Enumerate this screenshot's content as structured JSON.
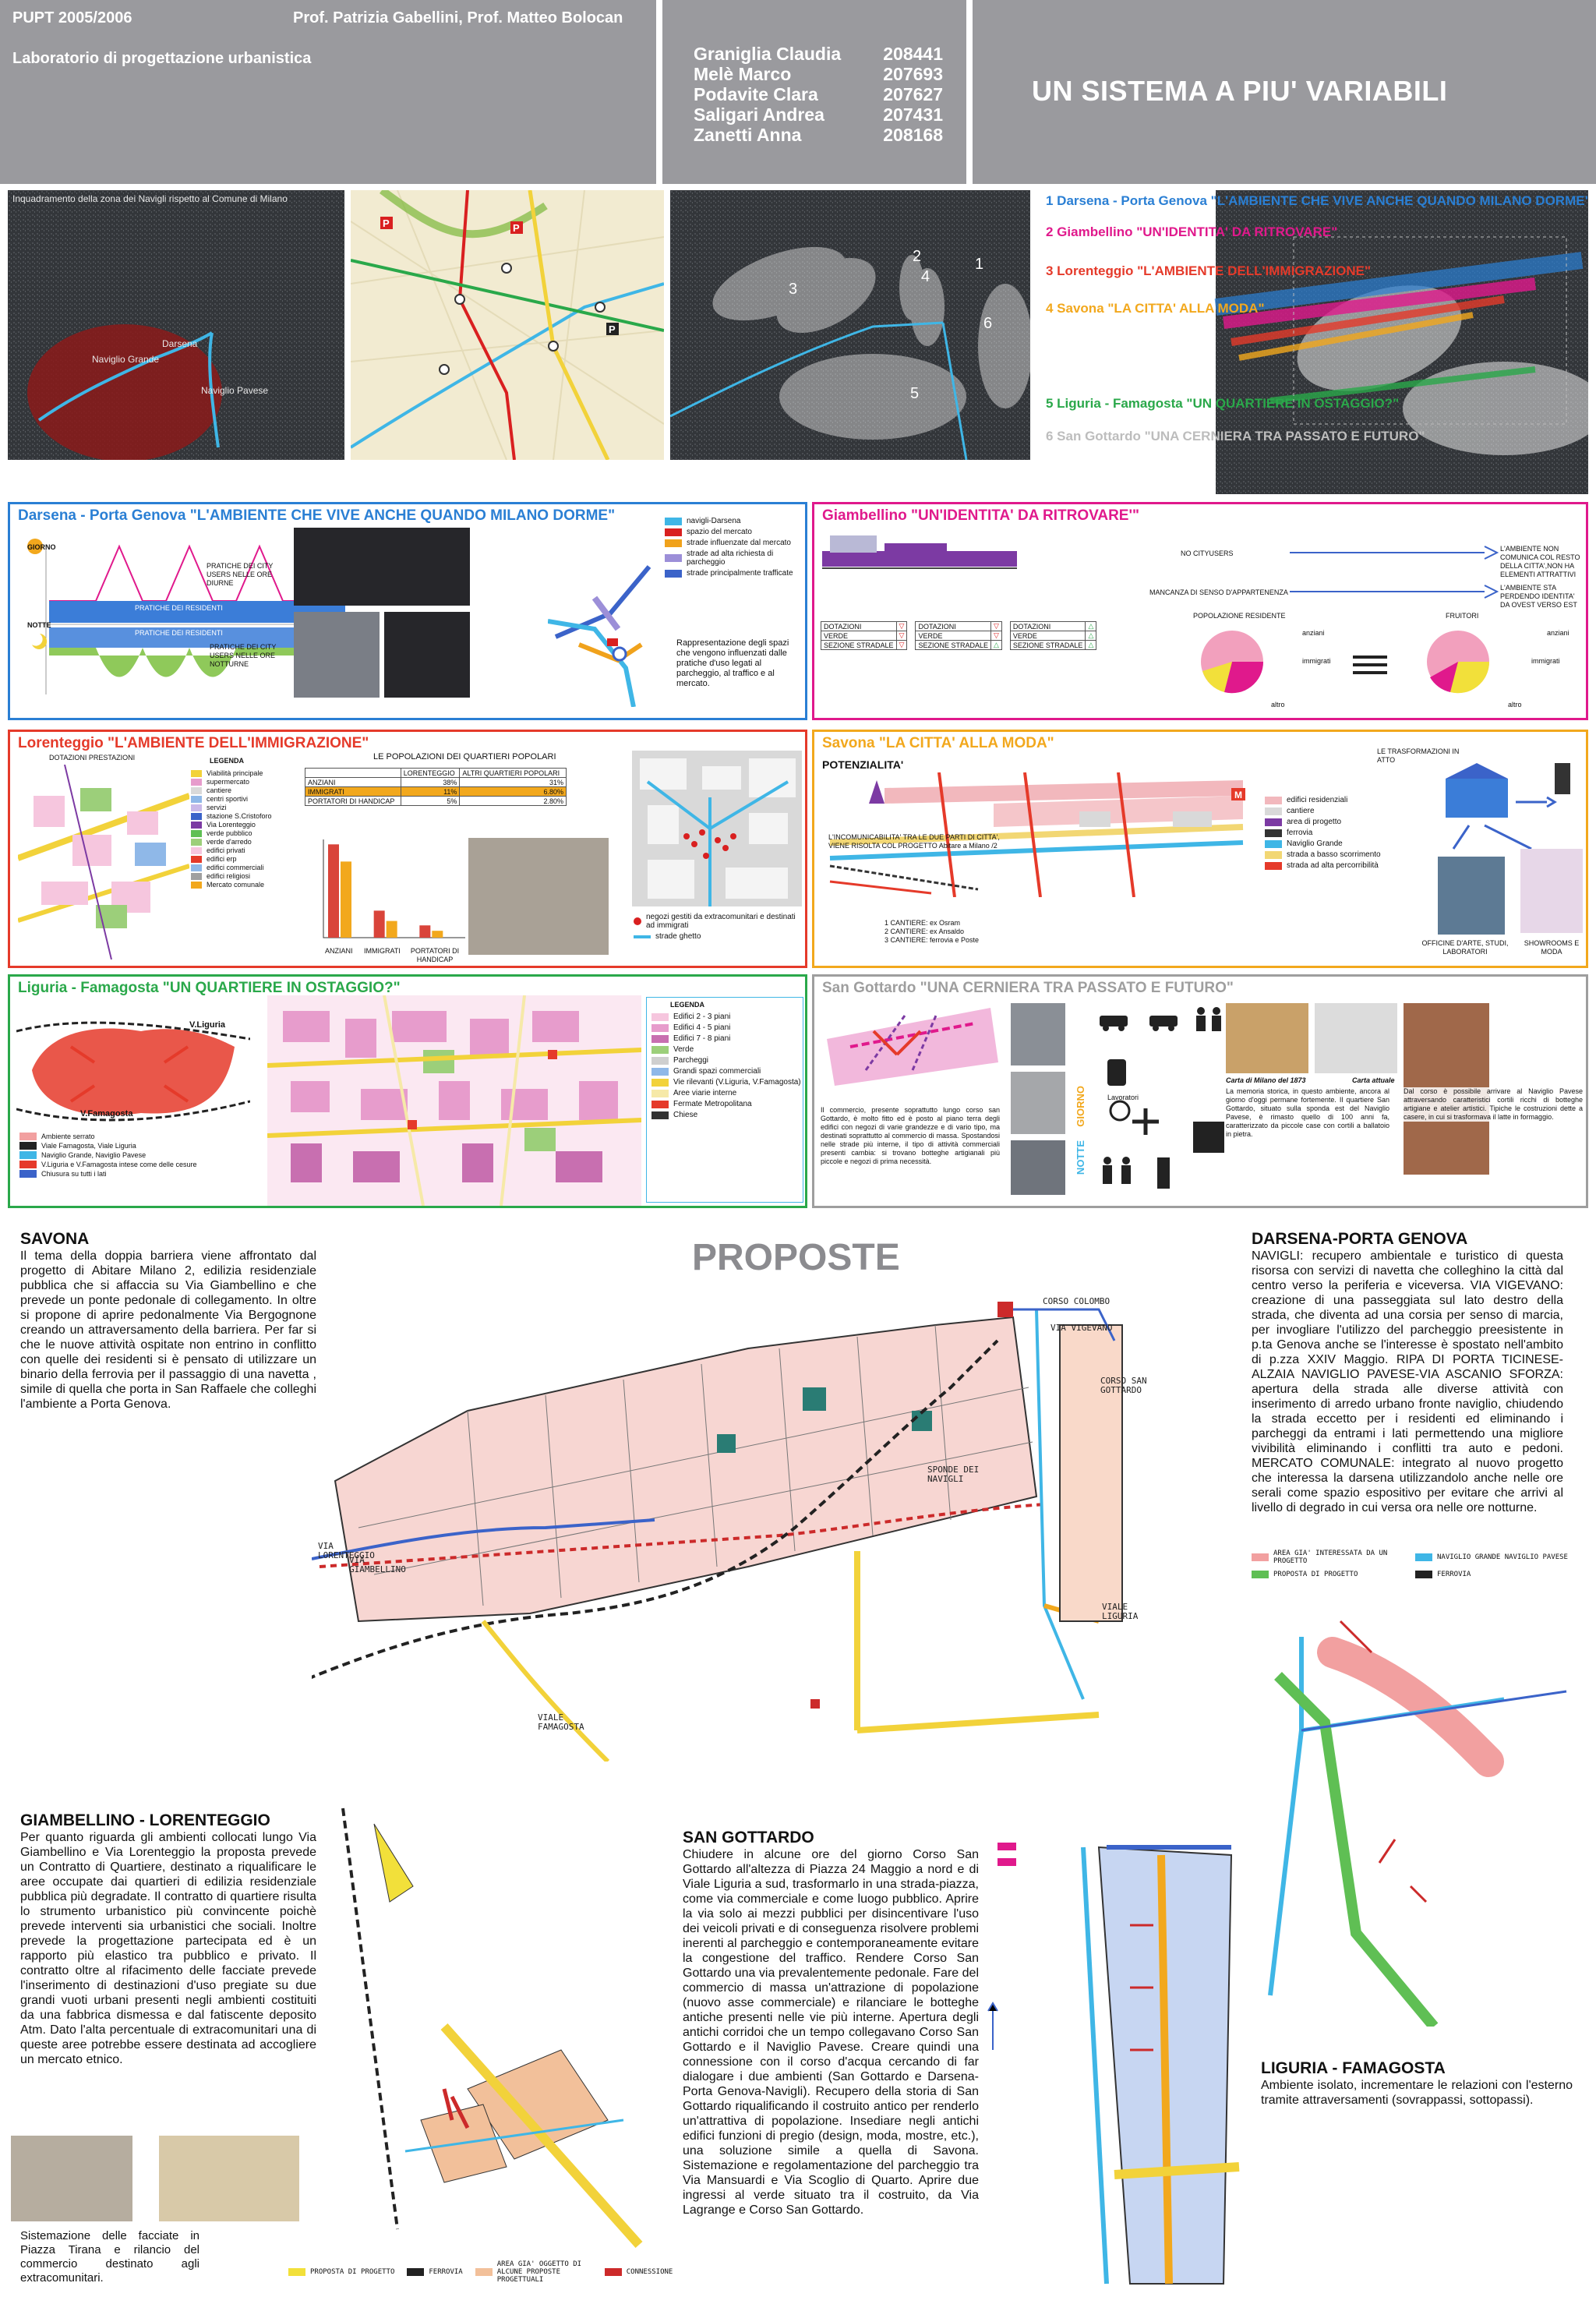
{
  "header": {
    "course": "PUPT 2005/2006",
    "professors": "Prof. Patrizia Gabellini, Prof. Matteo Bolocan",
    "lab": "Laboratorio di progettazione urbanistica",
    "students": [
      {
        "name": "Graniglia Claudia",
        "id": "208441"
      },
      {
        "name": "Melè Marco",
        "id": "207693"
      },
      {
        "name": "Podavite Clara",
        "id": "207627"
      },
      {
        "name": "Saligari Andrea",
        "id": "207431"
      },
      {
        "name": "Zanetti Anna",
        "id": "208168"
      }
    ],
    "title": "UN SISTEMA A PIU' VARIABILI"
  },
  "overview": {
    "caption": "Inquadramento della zona dei Navigli rispetto al Comune di Milano",
    "map_labels": [
      "Darsena",
      "Naviglio Grande",
      "Naviglio Pavese"
    ],
    "zone_numbers": [
      "1",
      "2",
      "3",
      "4",
      "5",
      "6"
    ],
    "zones": [
      {
        "label": "1 Darsena - Porta Genova  \"L'AMBIENTE CHE VIVE ANCHE QUANDO MILANO DORME\"",
        "color": "#2a7fd4"
      },
      {
        "label": "2 Giambellino  \"UN'IDENTITA' DA RITROVARE\"",
        "color": "#e0198c"
      },
      {
        "label": "3 Lorenteggio  \"L'AMBIENTE DELL'IMMIGRAZIONE\"",
        "color": "#e53a2a"
      },
      {
        "label": "4 Savona  \"LA CITTA' ALLA MODA\"",
        "color": "#f2a81d"
      },
      {
        "label": "5 Liguria - Famagosta  \"UN QUARTIERE IN  OSTAGGIO?\"",
        "color": "#2aa84a"
      },
      {
        "label": "6 San Gottardo  \"UNA CERNIERA TRA PASSATO E FUTURO\"",
        "color": "#bdbdbd"
      }
    ]
  },
  "darsena": {
    "title": "Darsena - Porta Genova  \"L'AMBIENTE CHE VIVE ANCHE QUANDO MILANO DORME\"",
    "giorno": "GIORNO",
    "notte": "NOTTE",
    "city_users_day": "PRATICHE DEI CITY USERS NELLE ORE DIURNE",
    "residents": "PRATICHE DEI RESIDENTI",
    "residents2": "PRATICHE DEI RESIDENTI",
    "city_users_night": "PRATICHE DEI CITY USERS NELLE ORE NOTTURNE",
    "legend": [
      {
        "label": "navigli-Darsena",
        "color": "#3fb6e6"
      },
      {
        "label": "spazio del mercato",
        "color": "#d92020"
      },
      {
        "label": "strade influenzate dal mercato",
        "color": "#f0a21c"
      },
      {
        "label": "strade ad alta richiesta di parcheggio",
        "color": "#9c8fd8"
      },
      {
        "label": "strade principalmente trafficate",
        "color": "#3b63c9"
      }
    ],
    "note": "Rappresentazione degli spazi che vengono influenzati dalle pratiche d'uso legati al parcheggio, al traffico e al mercato."
  },
  "giambellino": {
    "title": "Giambellino  \"UN'IDENTITA' DA RITROVARE'\"",
    "arrow1_left": "NO CITYUSERS",
    "arrow1_right": "L'AMBIENTE NON COMUNICA COL RESTO DELLA CITTA',NON HA ELEMENTI ATTRATTIVI",
    "arrow2_left": "MANCANZA DI SENSO D'APPARTENENZA",
    "arrow2_right": "L'AMBIENTE STA PERDENDO IDENTITA' DA OVEST VERSO EST",
    "table_rows": [
      "DOTAZIONI",
      "VERDE",
      "SEZIONE STRADALE"
    ],
    "pie1_title": "POPOLAZIONE RESIDENTE",
    "pie2_title": "FRUITORI",
    "pie_labels": [
      "anziani",
      "immigrati",
      "altro"
    ],
    "pie_labels2": [
      "anziani",
      "immigrati",
      "altro"
    ]
  },
  "lorenteggio": {
    "title": "Lorenteggio  \"L'AMBIENTE DELL'IMMIGRAZIONE\"",
    "map_title": "DOTAZIONI PRESTAZIONI",
    "legend_title": "LEGENDA",
    "legend": [
      "Viabilità principale",
      "supermercato",
      "cantiere",
      "centri sportivi",
      "servizi",
      "stazione S.Cristoforo",
      "Via Lorenteggio",
      "verde pubblico",
      "verde d'arredo",
      "edifici privati",
      "edifici erp",
      "edifici commerciali",
      "edifici religiosi",
      "Mercato comunale"
    ],
    "table_title": "LE POPOLAZIONI DEI QUARTIERI POPOLARI",
    "table_head": [
      "",
      "LORENTEGGIO",
      "ALTRI QUARTIERI POPOLARI"
    ],
    "table_rows": [
      [
        "ANZIANI",
        "38%",
        "31%"
      ],
      [
        "IMMIGRATI",
        "11%",
        "6.80%"
      ],
      [
        "PORTATORI DI HANDICAP",
        "5%",
        "2.80%"
      ]
    ],
    "bar_categories": [
      "ANZIANI",
      "IMMIGRATI",
      "PORTATORI DI HANDICAP"
    ],
    "map_legend": [
      "negozi gestiti da extracomunitari e destinati ad immigrati",
      "strade ghetto"
    ]
  },
  "savona": {
    "title": "Savona  \"LA CITTA' ALLA MODA\"",
    "potenzialita": "POTENZIALITA'",
    "note": "L'INCOMUNICABILITA' TRA LE DUE PARTI DI CITTA', VIENE RISOLTA COL PROGETTO Abitare a Milano /2",
    "cantieri": [
      "1 CANTIERE: ex Osram",
      "2 CANTIERE: ex Ansaldo",
      "3 CANTIERE: ferrovia e Poste"
    ],
    "legend": [
      {
        "label": "edifici residenziali",
        "color": "#f2b8bd"
      },
      {
        "label": "cantiere",
        "color": "#d9d9d9"
      },
      {
        "label": "area di progetto",
        "color": "#7c3aa3"
      },
      {
        "label": "ferrovia",
        "color": "#333333"
      },
      {
        "label": "Naviglio Grande",
        "color": "#3fb6e6"
      },
      {
        "label": "strada a basso scorrimento",
        "color": "#f2d774"
      },
      {
        "label": "strada ad alta percorribilità",
        "color": "#e53a2a"
      }
    ],
    "trasf_title": "LE TRASFORMAZIONI IN ATTO",
    "officine": "OFFICINE D'ARTE, STUDI, LABORATORI",
    "showrooms": "SHOWROOMS E MODA"
  },
  "liguria": {
    "title": "Liguria - Famagosta  \"UN QUARTIERE IN  OSTAGGIO?\"",
    "map_labels": [
      "V.Liguria",
      "V.Famagosta"
    ],
    "legend_left": [
      "Ambiente serrato",
      "Viale Famagosta, Viale Liguria",
      "Naviglio Grande, Naviglio Pavese",
      "V.Liguria e V.Famagosta intese come delle cesure",
      "Chiusura su tutti i lati"
    ],
    "legend_title": "LEGENDA",
    "legend": [
      {
        "label": "Edifici 2 - 3 piani",
        "color": "#f6c6de"
      },
      {
        "label": "Edifici 4 - 5 piani",
        "color": "#e79ccc"
      },
      {
        "label": "Edifici 7 - 8 piani",
        "color": "#c86fb0"
      },
      {
        "label": "Verde",
        "color": "#9ccf7a"
      },
      {
        "label": "Parcheggi",
        "color": "#cfcfcf"
      },
      {
        "label": "Grandi spazi commerciali",
        "color": "#8fb8e8"
      },
      {
        "label": "Vie rilevanti (V.Liguria, V.Famagosta)",
        "color": "#f2d23a"
      },
      {
        "label": "Aree viarie interne",
        "color": "#f6e9a8"
      },
      {
        "label": "Fermate Metropolitana",
        "color": "#e53a2a"
      },
      {
        "label": "Chiese",
        "color": "#333333"
      }
    ]
  },
  "gottardo": {
    "title": "San Gottardo  \"UNA CERNIERA TRA PASSATO E FUTURO\"",
    "giorno": "GIORNO",
    "notte": "NOTTE",
    "lavoratori": "Lavoratori",
    "text": "Il commercio, presente soprattutto lungo corso san Gottardo, è molto fitto ed è posto al piano terra degli edifici con negozi di varie grandezze e di vario tipo, ma destinati soprattutto al commercio di massa. Spostandosi nelle strade più interne, il tipo di attività commerciali presenti cambia: si trovano botteghe artigianali più piccole e negozi di prima necessità.",
    "carta_1873": "Carta di Milano del 1873",
    "carta_attuale": "Carta attuale",
    "text2": "La memoria storica, in questo ambiente, ancora al giorno d'oggi permane fortemente. Il quartiere San Gottardo, situato sulla sponda est del Naviglio Pavese, è rimasto quello di 100 anni fa, caratterizzato da piccole case con cortili a ballatoio in pietra.",
    "text3": "Dal corso è possibile arrivare al Naviglio Pavese attraversando caratteristici cortili ricchi di botteghe artigiane e atelier artistici. Tipiche le costruzioni dette a casere, in cui si trasformava il latte in formaggio."
  },
  "proposte": {
    "title": "PROPOSTE",
    "savona_head": "SAVONA",
    "savona_text": "Il tema della doppia barriera viene affrontato dal progetto di Abitare Milano 2, edilizia residenziale pubblica che si affaccia su Via Giambellino e che prevede un ponte pedonale di collegamento. In oltre si propone di aprire pedonalmente Via Bergognone creando un attraversamento della barriera. Per far si che le nuove attività ospitate non entrino in conflitto con quelle dei residenti si è pensato di utilizzare un binario della ferrovia per il passaggio di una navetta , simile di quella che porta in San Raffaele che colleghi l'ambiente a Porta Genova.",
    "darsena_head": "DARSENA-PORTA GENOVA",
    "darsena_text": "NAVIGLI: recupero ambientale e turistico di questa risorsa con servizi di navetta che colleghino la città dal centro verso la periferia e viceversa. VIA VIGEVANO: creazione di una passeggiata sul lato destro della strada, che diventa ad una corsia per senso di marcia, per invogliare l'utilizzo del parcheggio preesistente in p.ta Genova anche se l'interesse è spostato nell'ambito di p.zza XXIV Maggio. RIPA DI PORTA TICINESE-ALZAIA NAVIGLIO PAVESE-VIA ASCANIO SFORZA: apertura della strada alle diverse attività con inserimento di arredo urbano fronte naviglio, chiudendo la strada eccetto per i residenti ed eliminando i parcheggi da entrami i lati permettendo una migliore vivibilità eliminando i conflitti tra auto e pedoni. MERCATO COMUNALE: integrato al nuovo progetto che interessa la darsena  utilizzandolo anche nelle ore serali come spazio espositivo per evitare che arrivi al livello di degrado in cui versa ora nelle ore notturne.",
    "giamb_head": "GIAMBELLINO - LORENTEGGIO",
    "giamb_text": "Per quanto riguarda gli ambienti collocati lungo Via Giambellino e Via Lorenteggio la proposta prevede un Contratto di Quartiere, destinato a riqualificare le aree occupate dai quartieri di edilizia residenziale pubblica più degradate. Il contratto di quartiere risulta lo strumento urbanistico più convincente poichè prevede interventi sia urbanistici che sociali. Inoltre prevede la progettazione partecipata ed è un rapporto più elastico tra pubblico e privato. Il contratto oltre al rifacimento delle facciate prevede l'inserimento di destinazioni d'uso pregiate su due grandi vuoti urbani presenti negli ambienti costituiti da una fabbrica dismessa e dal fatiscente deposito Atm. Dato l'alta percentuale di extracomunitari una di queste aree potrebbe essere destinata ad accogliere un mercato etnico.",
    "giamb_caption": "Sistemazione delle facciate in Piazza Tirana e rilancio del commercio destinato agli extracomunitari.",
    "gott_head": "SAN GOTTARDO",
    "gott_text": "Chiudere in alcune ore del giorno Corso San Gottardo all'altezza di Piazza 24 Maggio a nord e di Viale Liguria a sud, trasformarlo in una strada-piazza, come via commerciale e come luogo pubblico. Aprire la via solo ai mezzi pubblici per disincentivare l'uso dei veicoli privati e di conseguenza risolvere problemi inerenti al parcheggio e contemporaneamente evitare la congestione del traffico. Rendere Corso San Gottardo una via prevalentemente pedonale. Fare del commercio di massa un'attrazione di popolazione (nuovo asse commerciale) e rilanciare le botteghe antiche presenti nelle vie più interne. Apertura degli antichi corridoi che un tempo collegavano Corso San Gottardo e il Naviglio Pavese. Creare quindi una connessione con il corso d'acqua cercando di far dialogare i due ambienti (San Gottardo e Darsena-Porta Genova-Navigli). Recupero della storia di San Gottardo riqualificando il costruito antico per renderlo un'attrattiva di popolazione. Insediare negli antichi edifici funzioni di pregio (design, moda, mostre, etc.), una soluzione simile a quella di Savona. Sistemazione e regolamentazione del parcheggio tra Via Mansuardi e Via Scoglio di Quarto. Aprire due ingressi al verde situato tra il costruito, da Via Lagrange e Corso San Gottardo.",
    "liguria_head": "LIGURIA - FAMAGOSTA",
    "liguria_text": "Ambiente isolato, incrementare le relazioni con l'esterno tramite attraversamenti (sovrappassi, sottopassi).",
    "sketch_labels": [
      "CORSO COLOMBO",
      "VIA VIGEVANO",
      "CORSO SAN GOTTARDO",
      "SPONDE DEI NAVIGLI",
      "VIALE LIGURIA",
      "VIALE FAMAGOSTA",
      "VIA GIAMBELLINO",
      "VIA LORENTEGGIO"
    ],
    "legend_darsena": [
      "AREA GIA' INTERESSATA DA UN PROGETTO",
      "NAVIGLIO GRANDE NAVIGLIO PAVESE",
      "PROPOSTA DI PROGETTO",
      "FERROVIA"
    ],
    "legend_giamb": [
      "PROPOSTA DI PROGETTO",
      "FERROVIA",
      "AREA GIA' OGGETTO DI ALCUNE PROPOSTE PROGETTUALI",
      "CONNESSIONE"
    ]
  }
}
